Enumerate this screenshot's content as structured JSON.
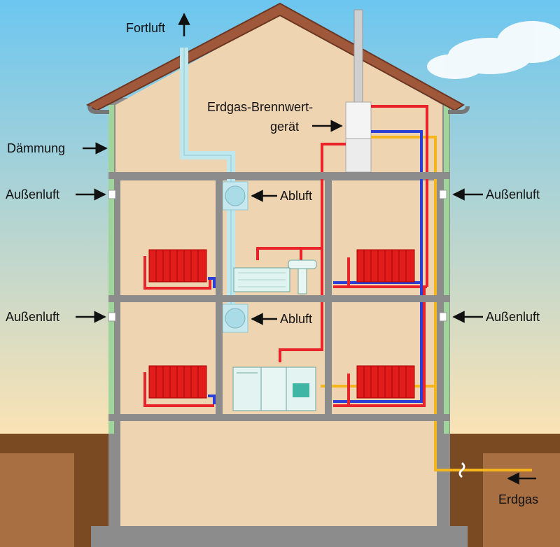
{
  "labels": {
    "fortluft": "Fortluft",
    "erdgas_geraet_line1": "Erdgas-Brennwert-",
    "erdgas_geraet_line2": "gerät",
    "daemmung": "Dämmung",
    "aussenluft": "Außenluft",
    "abluft": "Abluft",
    "erdgas": "Erdgas"
  },
  "colors": {
    "sky_top": "#6cc6f0",
    "sky_bottom": "#fbe3b4",
    "soil": "#7a4a22",
    "soil_dark": "#5e3718",
    "wall": "#8c8c8c",
    "room": "#efd4b2",
    "roof": "#a0583a",
    "insulation": "#9fd49a",
    "duct": "#bfe7ee",
    "hot_pipe": "#e8242a",
    "cold_pipe": "#2b3fd6",
    "gas_pipe": "#f5b51c",
    "radiator": "#e21b1b",
    "arrow": "#111111"
  }
}
